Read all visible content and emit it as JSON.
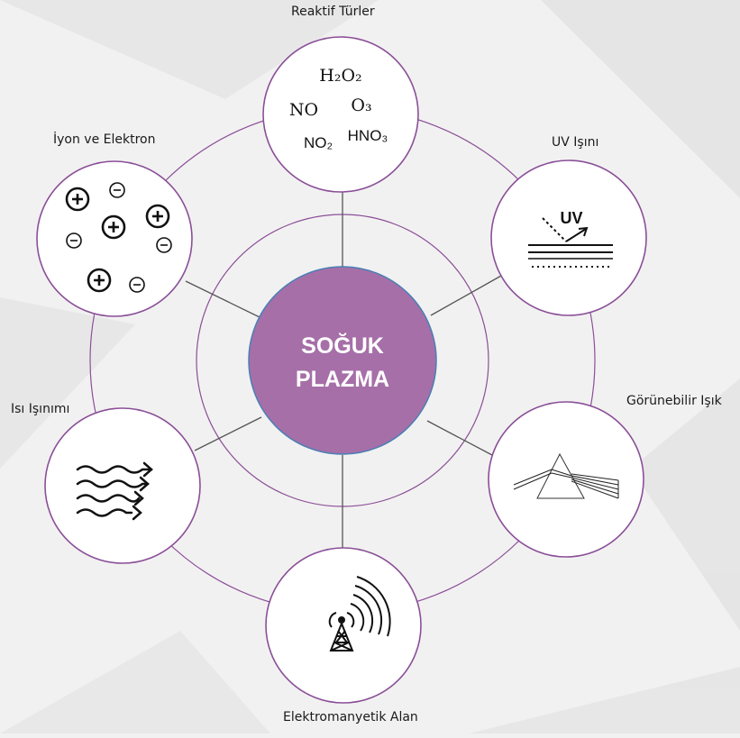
{
  "colors": {
    "ring": "#8a4f98",
    "ring_light": "#b48bc0",
    "center_fill": "#a66fa8",
    "center_stroke": "#4a7fb5",
    "connector": "#555555",
    "node_fill": "#ffffff",
    "center_text": "#ffffff"
  },
  "center": {
    "line1": "SOĞUK",
    "line2": "PLAZMA"
  },
  "nodes": {
    "reactive": {
      "label": "Reaktif Türler",
      "icon": "chemical-formulas-icon",
      "formulas": {
        "h2o2": "H₂O₂",
        "no": "NO",
        "o3": "O₃",
        "hno3": "HNO₃",
        "no2": "NO₂"
      }
    },
    "uv": {
      "label": "UV Işını",
      "icon": "uv-ray-icon",
      "icon_text": "UV"
    },
    "visible": {
      "label": "Görünebilir Işık",
      "icon": "prism-icon"
    },
    "em": {
      "label": "Elektromanyetik Alan",
      "icon": "radio-tower-icon"
    },
    "heat": {
      "label": "Isı Işınımı",
      "icon": "heat-waves-icon"
    },
    "ions": {
      "label": "İyon ve Elektron",
      "icon": "ions-electrons-icon"
    }
  }
}
